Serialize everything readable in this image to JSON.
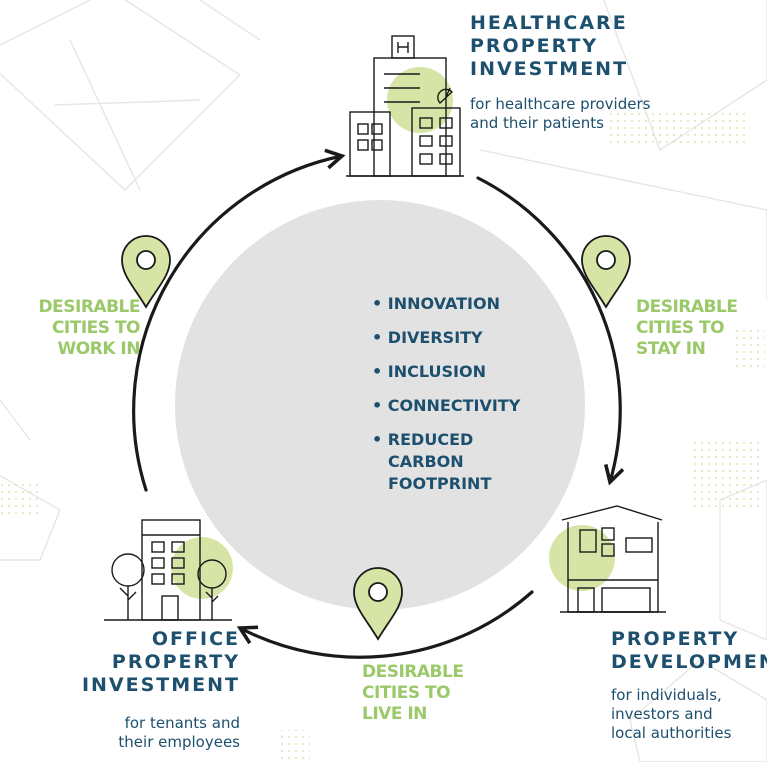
{
  "colors": {
    "navy": "#1d4f6e",
    "green": "#9bc96a",
    "pin_fill": "#d6e5a6",
    "circle_fill": "#e2e2e2",
    "line": "#1a1a1a"
  },
  "nodes": {
    "healthcare": {
      "title_lines": [
        "HEALTHCARE",
        "PROPERTY",
        "INVESTMENT"
      ],
      "subtitle_lines": [
        "for healthcare providers",
        "and their patients"
      ],
      "icon": "hospital-building-icon"
    },
    "development": {
      "title_lines": [
        "PROPERTY",
        "DEVELOPMENT"
      ],
      "subtitle_lines": [
        "for individuals,",
        "investors and",
        "local authorities"
      ],
      "icon": "house-icon"
    },
    "office": {
      "title_lines": [
        "OFFICE",
        "PROPERTY",
        "INVESTMENT"
      ],
      "subtitle_lines": [
        "for tenants and",
        "their employees"
      ],
      "icon": "office-building-icon"
    }
  },
  "links": {
    "work": {
      "lines": [
        "DESIRABLE",
        "CITIES TO",
        "WORK IN"
      ],
      "icon": "location-pin-icon"
    },
    "stay": {
      "lines": [
        "DESIRABLE",
        "CITIES TO",
        "STAY IN"
      ],
      "icon": "location-pin-icon"
    },
    "live": {
      "lines": [
        "DESIRABLE",
        "CITIES TO",
        "LIVE IN"
      ],
      "icon": "location-pin-icon"
    }
  },
  "center_values": [
    "INNOVATION",
    "DIVERSITY",
    "INCLUSION",
    "CONNECTIVITY",
    "REDUCED CARBON FOOTPRINT"
  ]
}
